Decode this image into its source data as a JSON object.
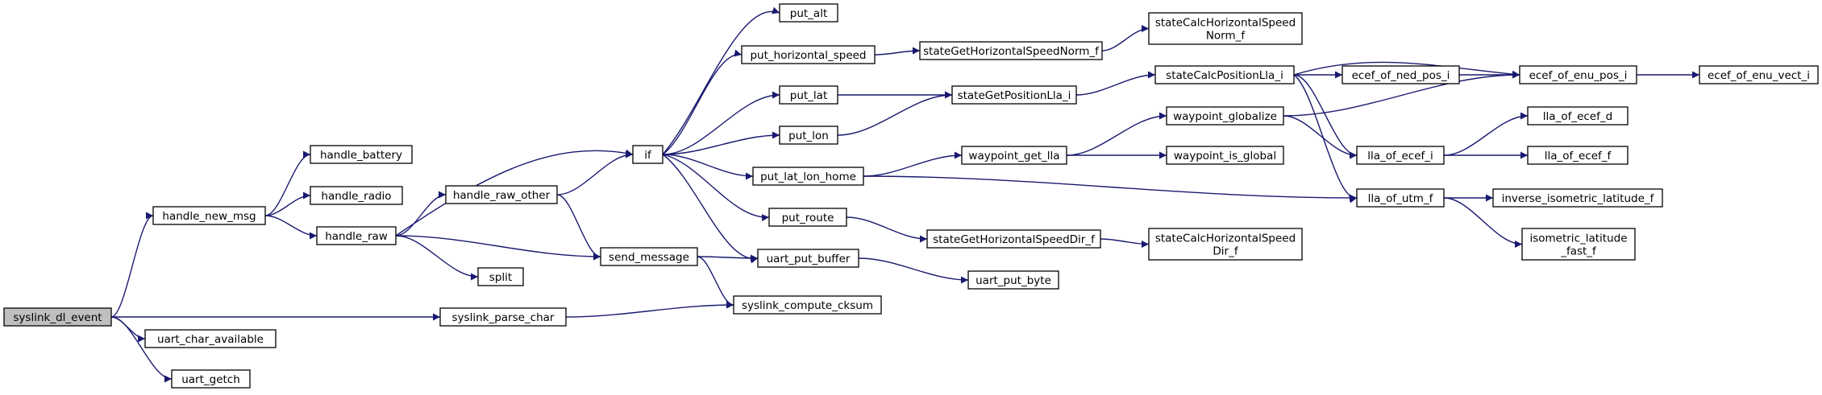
{
  "diagram": {
    "type": "call-graph",
    "colors": {
      "edge": "#191970",
      "root_fill": "#bfbfbf",
      "node_fill": "#ffffff",
      "node_border": "#000000"
    },
    "nodes": [
      {
        "id": "syslink_dl_event",
        "lines": [
          "syslink_dl_event"
        ],
        "root": true
      },
      {
        "id": "handle_new_msg",
        "lines": [
          "handle_new_msg"
        ]
      },
      {
        "id": "uart_char_available",
        "lines": [
          "uart_char_available"
        ]
      },
      {
        "id": "uart_getch",
        "lines": [
          "uart_getch"
        ]
      },
      {
        "id": "syslink_parse_char",
        "lines": [
          "syslink_parse_char"
        ]
      },
      {
        "id": "handle_battery",
        "lines": [
          "handle_battery"
        ]
      },
      {
        "id": "handle_radio",
        "lines": [
          "handle_radio"
        ]
      },
      {
        "id": "handle_raw",
        "lines": [
          "handle_raw"
        ]
      },
      {
        "id": "handle_raw_other",
        "lines": [
          "handle_raw_other"
        ]
      },
      {
        "id": "split",
        "lines": [
          "split"
        ]
      },
      {
        "id": "if",
        "lines": [
          "if"
        ]
      },
      {
        "id": "send_message",
        "lines": [
          "send_message"
        ]
      },
      {
        "id": "put_alt",
        "lines": [
          "put_alt"
        ]
      },
      {
        "id": "put_horizontal_speed",
        "lines": [
          "put_horizontal_speed"
        ]
      },
      {
        "id": "put_lat",
        "lines": [
          "put_lat"
        ]
      },
      {
        "id": "put_lon",
        "lines": [
          "put_lon"
        ]
      },
      {
        "id": "put_lat_lon_home",
        "lines": [
          "put_lat_lon_home"
        ]
      },
      {
        "id": "put_route",
        "lines": [
          "put_route"
        ]
      },
      {
        "id": "uart_put_buffer",
        "lines": [
          "uart_put_buffer"
        ]
      },
      {
        "id": "syslink_compute_cksum",
        "lines": [
          "syslink_compute_cksum"
        ]
      },
      {
        "id": "stateGetHorizontalSpeedNorm_f",
        "lines": [
          "stateGetHorizontalSpeedNorm_f"
        ]
      },
      {
        "id": "stateGetPositionLla_i",
        "lines": [
          "stateGetPositionLla_i"
        ]
      },
      {
        "id": "waypoint_get_lla",
        "lines": [
          "waypoint_get_lla"
        ]
      },
      {
        "id": "stateGetHorizontalSpeedDir_f",
        "lines": [
          "stateGetHorizontalSpeedDir_f"
        ]
      },
      {
        "id": "uart_put_byte",
        "lines": [
          "uart_put_byte"
        ]
      },
      {
        "id": "stateCalcHorizontalSpeedNorm_f",
        "lines": [
          "stateCalcHorizontalSpeed",
          "Norm_f"
        ]
      },
      {
        "id": "stateCalcPositionLla_i",
        "lines": [
          "stateCalcPositionLla_i"
        ]
      },
      {
        "id": "waypoint_globalize",
        "lines": [
          "waypoint_globalize"
        ]
      },
      {
        "id": "waypoint_is_global",
        "lines": [
          "waypoint_is_global"
        ]
      },
      {
        "id": "stateCalcHorizontalSpeedDir_f",
        "lines": [
          "stateCalcHorizontalSpeed",
          "Dir_f"
        ]
      },
      {
        "id": "ecef_of_ned_pos_i",
        "lines": [
          "ecef_of_ned_pos_i"
        ]
      },
      {
        "id": "lla_of_ecef_i",
        "lines": [
          "lla_of_ecef_i"
        ]
      },
      {
        "id": "lla_of_utm_f",
        "lines": [
          "lla_of_utm_f"
        ]
      },
      {
        "id": "ecef_of_enu_pos_i",
        "lines": [
          "ecef_of_enu_pos_i"
        ]
      },
      {
        "id": "lla_of_ecef_d",
        "lines": [
          "lla_of_ecef_d"
        ]
      },
      {
        "id": "lla_of_ecef_f",
        "lines": [
          "lla_of_ecef_f"
        ]
      },
      {
        "id": "inverse_isometric_latitude_f",
        "lines": [
          "inverse_isometric_latitude_f"
        ]
      },
      {
        "id": "isometric_latitude_fast_f",
        "lines": [
          "isometric_latitude",
          "_fast_f"
        ]
      },
      {
        "id": "ecef_of_enu_vect_i",
        "lines": [
          "ecef_of_enu_vect_i"
        ]
      }
    ],
    "edges": [
      [
        "syslink_dl_event",
        "handle_new_msg"
      ],
      [
        "syslink_dl_event",
        "uart_char_available"
      ],
      [
        "syslink_dl_event",
        "uart_getch"
      ],
      [
        "syslink_dl_event",
        "syslink_parse_char"
      ],
      [
        "handle_new_msg",
        "handle_battery"
      ],
      [
        "handle_new_msg",
        "handle_radio"
      ],
      [
        "handle_new_msg",
        "handle_raw"
      ],
      [
        "handle_raw",
        "if"
      ],
      [
        "handle_raw",
        "handle_raw_other"
      ],
      [
        "handle_raw",
        "send_message"
      ],
      [
        "handle_raw",
        "split"
      ],
      [
        "handle_raw_other",
        "if"
      ],
      [
        "handle_raw_other",
        "send_message"
      ],
      [
        "syslink_parse_char",
        "syslink_compute_cksum"
      ],
      [
        "if",
        "put_alt"
      ],
      [
        "if",
        "put_horizontal_speed"
      ],
      [
        "if",
        "put_lat"
      ],
      [
        "if",
        "put_lon"
      ],
      [
        "if",
        "put_lat_lon_home"
      ],
      [
        "if",
        "put_route"
      ],
      [
        "if",
        "uart_put_buffer"
      ],
      [
        "send_message",
        "uart_put_buffer"
      ],
      [
        "send_message",
        "syslink_compute_cksum"
      ],
      [
        "put_horizontal_speed",
        "stateGetHorizontalSpeedNorm_f"
      ],
      [
        "put_lat",
        "stateGetPositionLla_i"
      ],
      [
        "put_lon",
        "stateGetPositionLla_i"
      ],
      [
        "put_lat_lon_home",
        "waypoint_get_lla"
      ],
      [
        "put_lat_lon_home",
        "lla_of_utm_f"
      ],
      [
        "put_route",
        "stateGetHorizontalSpeedDir_f"
      ],
      [
        "uart_put_buffer",
        "uart_put_byte"
      ],
      [
        "stateGetHorizontalSpeedNorm_f",
        "stateCalcHorizontalSpeedNorm_f"
      ],
      [
        "stateGetPositionLla_i",
        "stateCalcPositionLla_i"
      ],
      [
        "waypoint_get_lla",
        "waypoint_globalize"
      ],
      [
        "waypoint_get_lla",
        "waypoint_is_global"
      ],
      [
        "stateGetHorizontalSpeedDir_f",
        "stateCalcHorizontalSpeedDir_f"
      ],
      [
        "stateCalcPositionLla_i",
        "ecef_of_ned_pos_i"
      ],
      [
        "stateCalcPositionLla_i",
        "ecef_of_enu_pos_i"
      ],
      [
        "stateCalcPositionLla_i",
        "lla_of_ecef_i"
      ],
      [
        "stateCalcPositionLla_i",
        "lla_of_utm_f"
      ],
      [
        "waypoint_globalize",
        "ecef_of_enu_pos_i"
      ],
      [
        "waypoint_globalize",
        "lla_of_ecef_i"
      ],
      [
        "ecef_of_ned_pos_i",
        "ecef_of_enu_pos_i"
      ],
      [
        "ecef_of_enu_pos_i",
        "ecef_of_enu_vect_i"
      ],
      [
        "lla_of_ecef_i",
        "lla_of_ecef_d"
      ],
      [
        "lla_of_ecef_i",
        "lla_of_ecef_f"
      ],
      [
        "lla_of_utm_f",
        "inverse_isometric_latitude_f"
      ],
      [
        "lla_of_utm_f",
        "isometric_latitude_fast_f"
      ]
    ]
  }
}
